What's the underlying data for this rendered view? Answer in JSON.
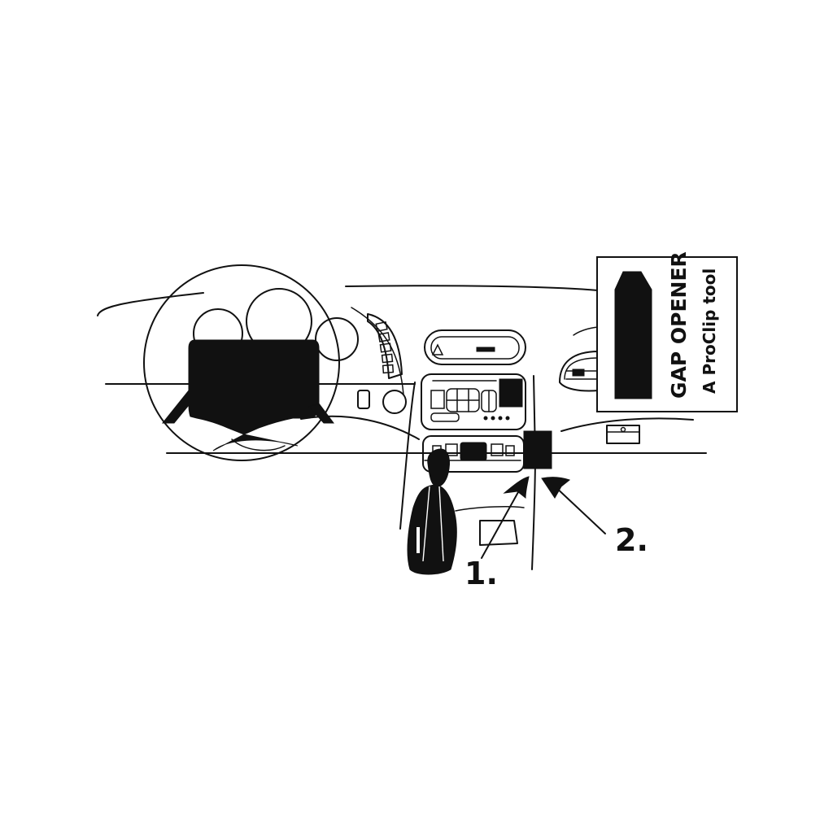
{
  "callouts": {
    "one": "1.",
    "two": "2."
  },
  "tool_panel": {
    "title": "GAP OPENER",
    "subtitle": "A ProClip tool"
  },
  "colors": {
    "ink": "#111111",
    "paper": "#ffffff"
  },
  "icons": [
    "steering-wheel-icon",
    "gear-shifter-icon",
    "gap-opener-tool-icon",
    "arrow-icon"
  ]
}
